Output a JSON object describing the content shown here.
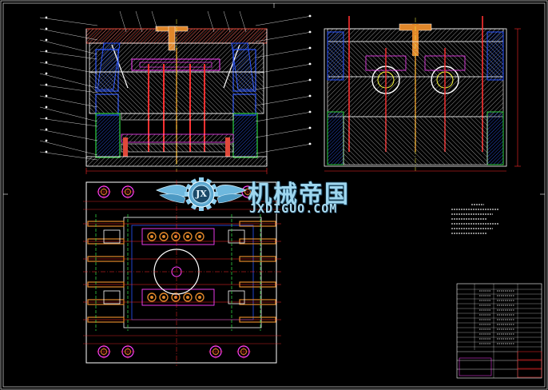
{
  "watermark": {
    "brand_cn": "机械帝国",
    "brand_url": "JXDIGUO.COM",
    "logo_letters": "JX"
  },
  "colors": {
    "background": "#000000",
    "outline": "#ffffff",
    "plate_red": "#e0483a",
    "plate_orange": "#e0872a",
    "cavity_blue": "#2a55ff",
    "guide_green": "#30d040",
    "hatch_white": "#d8d8d8",
    "dimension_red": "#ff2a2a",
    "dimension_magenta": "#ff40ff",
    "centerline_yellow": "#ffff40",
    "watermark_blue": "#9fd7ef"
  }
}
